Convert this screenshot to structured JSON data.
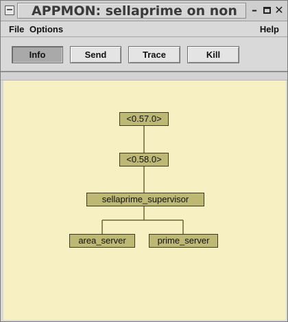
{
  "window": {
    "title": "APPMON: sellaprime on non",
    "controls": {
      "minimize": "–",
      "close": "✕"
    }
  },
  "menubar": {
    "file": "File",
    "options": "Options",
    "help": "Help"
  },
  "toolbar": {
    "buttons": [
      {
        "label": "Info",
        "active": true
      },
      {
        "label": "Send",
        "active": false
      },
      {
        "label": "Trace",
        "active": false
      },
      {
        "label": "Kill",
        "active": false
      }
    ]
  },
  "tree": {
    "nodes": [
      {
        "label": "<0.57.0>"
      },
      {
        "label": "<0.58.0>"
      },
      {
        "label": "sellaprime_supervisor"
      },
      {
        "label": "area_server"
      },
      {
        "label": "prime_server"
      }
    ]
  },
  "colors": {
    "canvas": "#f6f0c2",
    "node_fill": "#bdb874",
    "node_border": "#3d3a1f",
    "edge": "#6b6530"
  }
}
